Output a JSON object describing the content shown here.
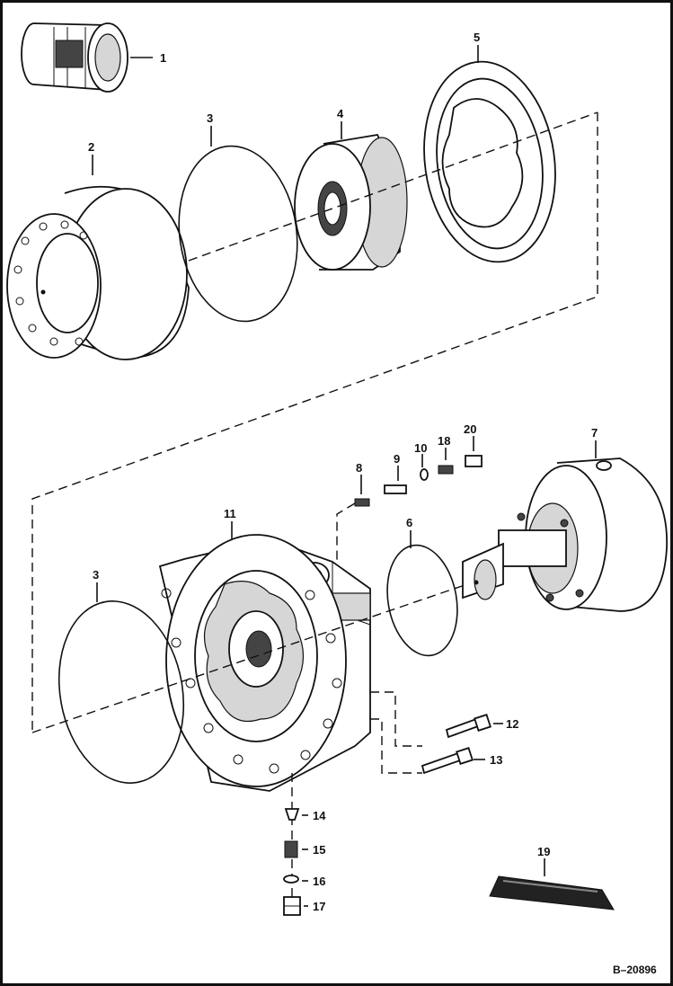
{
  "callouts": {
    "c1": "1",
    "c2": "2",
    "c3a": "3",
    "c4": "4",
    "c5": "5",
    "c8": "8",
    "c9": "9",
    "c10": "10",
    "c18": "18",
    "c20": "20",
    "c7": "7",
    "c11": "11",
    "c6": "6",
    "c3b": "3",
    "c12": "12",
    "c13": "13",
    "c14": "14",
    "c15": "15",
    "c16": "16",
    "c17": "17",
    "c19": "19"
  },
  "figure_ref": "B–20896"
}
